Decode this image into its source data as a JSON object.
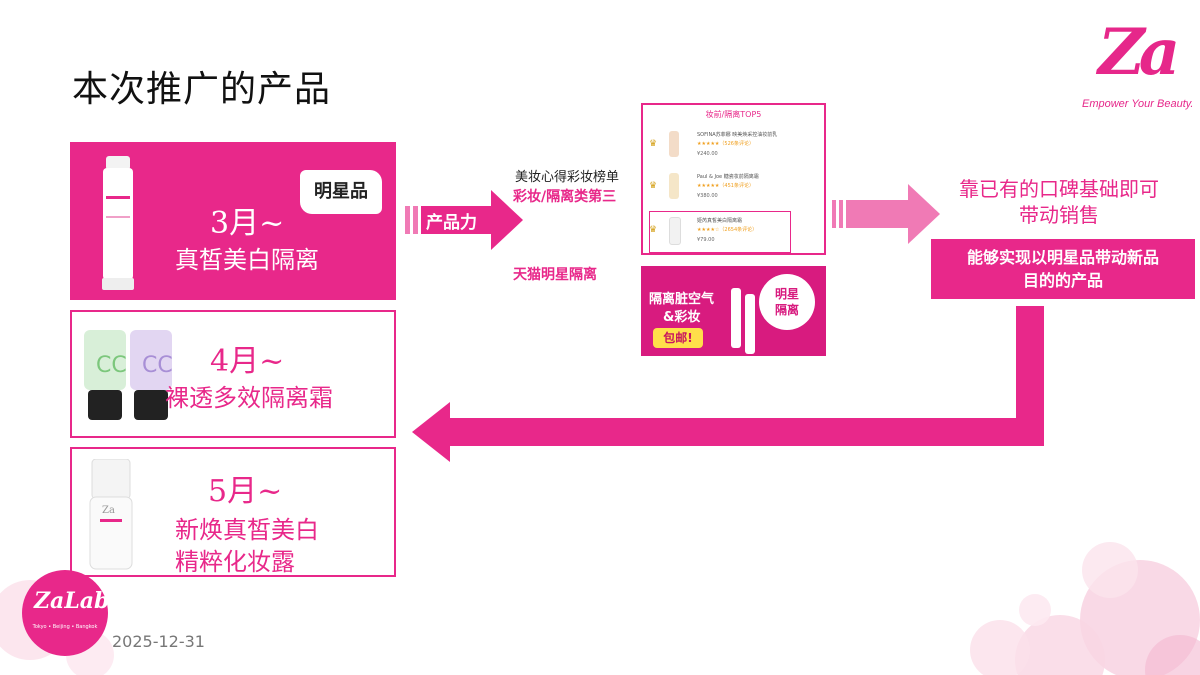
{
  "slide": {
    "title": "本次推广的产品",
    "date": "2025-12-31"
  },
  "brand": {
    "logo_text": "Za",
    "tagline": "Empower Your Beauty.",
    "lab_logo_text": "ZaLab",
    "lab_sub": "Tokyo • Beijing • Bangkok",
    "accent_color": "#e8288a"
  },
  "products": [
    {
      "month": "3月~",
      "name": "真皙美白隔离",
      "badge": "明星品"
    },
    {
      "month": "4月~",
      "name": "裸透多效隔离霜"
    },
    {
      "month": "5月~",
      "name_line1": "新焕真皙美白",
      "name_line2": "精粹化妆露"
    }
  ],
  "middle": {
    "arrow_label": "产品力",
    "ranking_caption": "美妆心得彩妆榜单",
    "ranking_result": "彩妆/隔离类第三",
    "tmall_caption": "天猫明星隔离",
    "ranking_image": {
      "header": "妆前/隔离TOP5",
      "rows": [
        {
          "name": "SOFINA苏菲娜 映美焕采控油妆前乳",
          "stars": "★★★★★",
          "reviews": "（526条评论）",
          "price": "¥240.00"
        },
        {
          "name": "Paul & Joe 糖瓷妆前隔离霜",
          "stars": "★★★★★",
          "reviews": "（451条评论）",
          "price": "¥380.00"
        },
        {
          "name": "姬芮真皙美白隔离霜",
          "stars": "★★★★☆",
          "reviews": "（2654条评论）",
          "price": "¥79.00"
        }
      ]
    },
    "tmall_banner": {
      "line1": "隔离脏空气",
      "line2": "&彩妆",
      "badge": "包邮!",
      "circle_line1": "明星",
      "circle_line2": "隔离"
    }
  },
  "right": {
    "line1": "靠已有的口碑基础即可",
    "line2": "带动销售",
    "box_line1": "能够实现以明星品带动新品",
    "box_line2": "目的的产品"
  }
}
